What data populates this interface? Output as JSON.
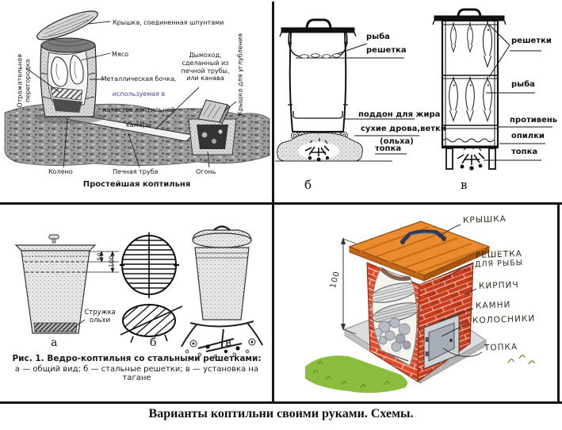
{
  "tl": {
    "title": "Простейшая коптильня",
    "lid": "Крышка, соединенная шпунтами",
    "partition": "Отражательная\nперегородка",
    "meat": "Мясо",
    "barrel1": "Металлическая бочка,",
    "barrel2": "используемая в",
    "barrel3": "качестве коптильной",
    "barrel4": "камеры",
    "chimney": "Дымоход,\nсделанный из\nпечной трубы,\nили канава",
    "pit_lid": "Крышка для углубления",
    "elbow": "Колено",
    "pipe": "Печная труба",
    "fire": "Огонь"
  },
  "db": {
    "id": "б",
    "fish": "рыба",
    "grate": "решетка",
    "pan": "поддон для жира",
    "wood": "сухие дрова,ветки",
    "wood2": "(ольха)",
    "firebox": "топка"
  },
  "dv": {
    "id": "в",
    "grates": "решетки",
    "fish": "рыба",
    "tray": "противень",
    "sawdust": "опилки",
    "firebox": "топка"
  },
  "bl": {
    "caption": "Рис. 1. Ведро-коптильня со стальными решетками:",
    "subcaption": "а — общий вид; б — стальные решетки; в — установка на тагане",
    "shavings": "Стружка\nольхи",
    "d50": "50",
    "d100": "100",
    "a": "а",
    "b": "б",
    "v": "в"
  },
  "br": {
    "lid": "КРЫШКА",
    "grate1": "РЕШЕТКА",
    "grate2": "ДЛЯ РЫБЫ",
    "brick": "КИРПИЧ",
    "stones": "КАМНИ",
    "bars": "КОЛОСНИКИ",
    "firebox": "ТОПКА",
    "d100": "100"
  },
  "footer": {
    "caption": "Варианты коптильни своими руками. Схемы."
  },
  "colors": {
    "brick": "#e0492c",
    "brick_dark": "#c93d1f",
    "wood": "#ea8c2e",
    "grass": "#8abc3e",
    "stone": "#b9bcc4",
    "handle": "#2f3a52",
    "ink": "#1a1a1a"
  }
}
